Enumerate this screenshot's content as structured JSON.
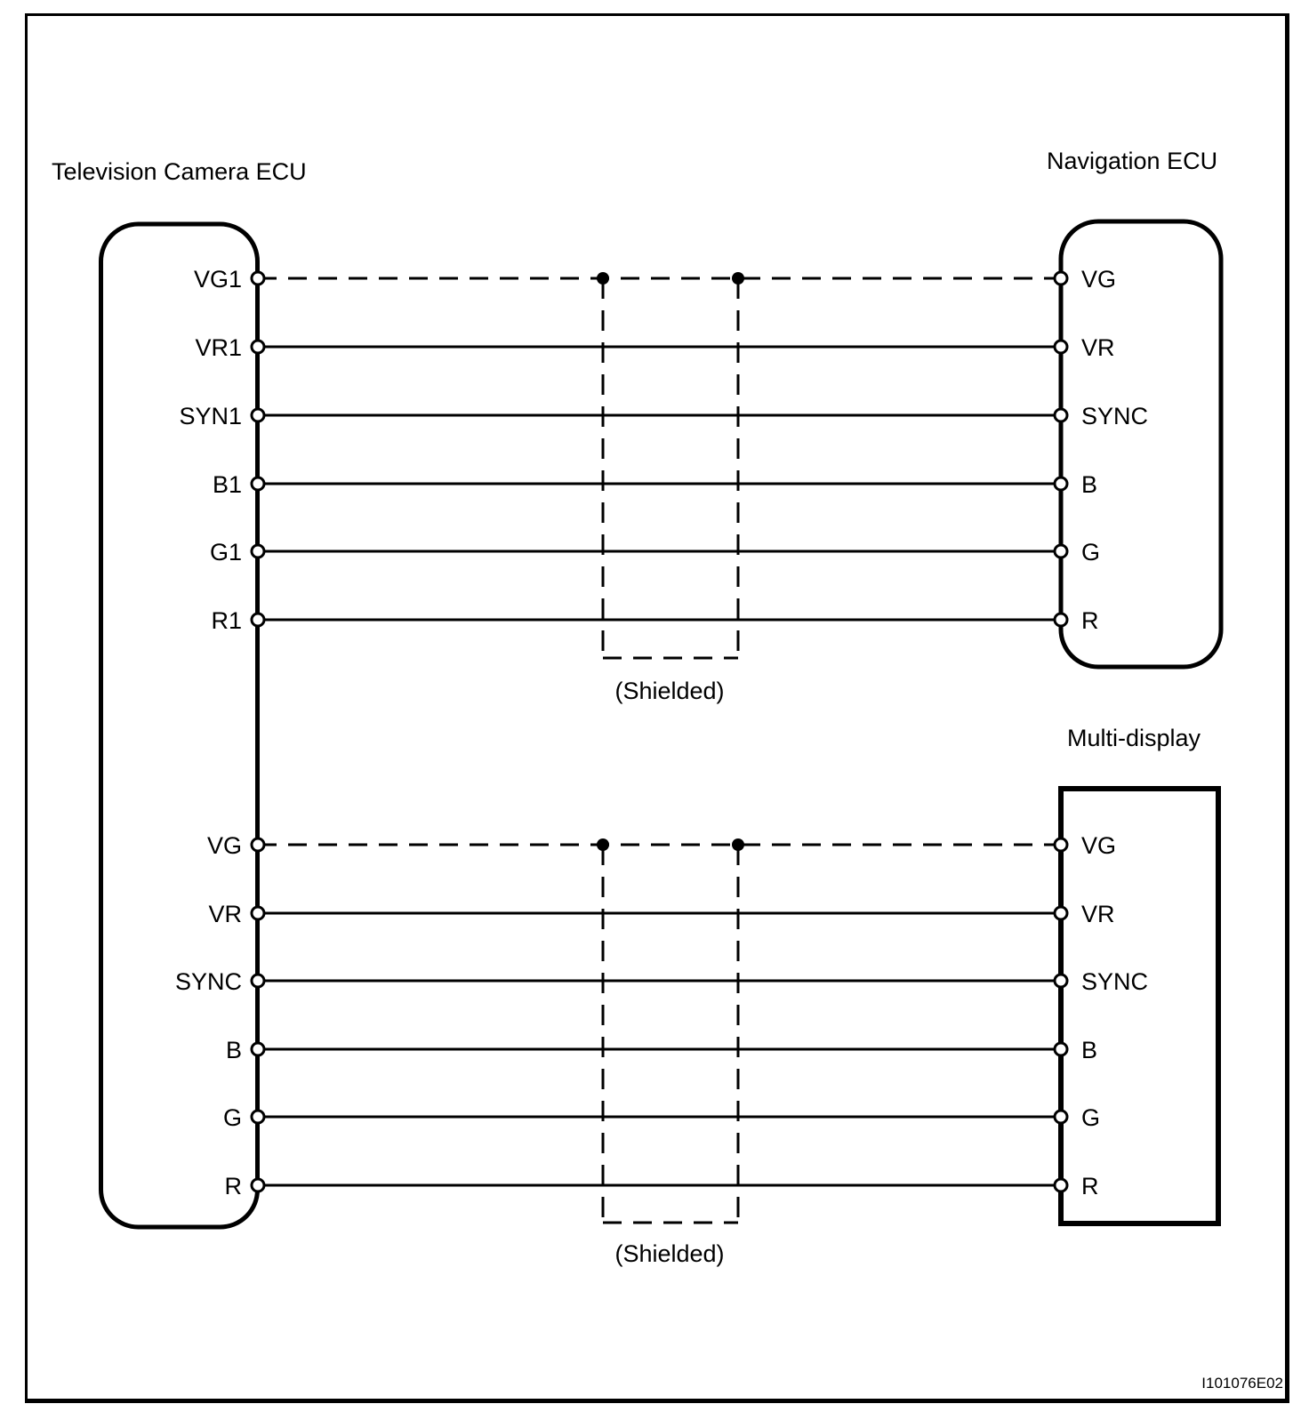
{
  "figure_code": "I101076E02",
  "colors": {
    "line": "#000000",
    "background": "#ffffff"
  },
  "devices": {
    "camera_ecu": {
      "name": "Television Camera ECU"
    },
    "navigation_ecu": {
      "name": "Navigation ECU"
    },
    "multi_display": {
      "name": "Multi-display"
    }
  },
  "connections": {
    "camera_to_navigation": {
      "shield_label": "(Shielded)",
      "rows": [
        {
          "from_pin": "VG1",
          "to_pin": "VG",
          "line": "dashed-shielded"
        },
        {
          "from_pin": "VR1",
          "to_pin": "VR",
          "line": "solid"
        },
        {
          "from_pin": "SYN1",
          "to_pin": "SYNC",
          "line": "solid"
        },
        {
          "from_pin": "B1",
          "to_pin": "B",
          "line": "solid"
        },
        {
          "from_pin": "G1",
          "to_pin": "G",
          "line": "solid"
        },
        {
          "from_pin": "R1",
          "to_pin": "R",
          "line": "solid"
        }
      ]
    },
    "camera_to_multi_display": {
      "shield_label": "(Shielded)",
      "rows": [
        {
          "from_pin": "VG",
          "to_pin": "VG",
          "line": "dashed-shielded"
        },
        {
          "from_pin": "VR",
          "to_pin": "VR",
          "line": "solid"
        },
        {
          "from_pin": "SYNC",
          "to_pin": "SYNC",
          "line": "solid"
        },
        {
          "from_pin": "B",
          "to_pin": "B",
          "line": "solid"
        },
        {
          "from_pin": "G",
          "to_pin": "G",
          "line": "solid"
        },
        {
          "from_pin": "R",
          "to_pin": "R",
          "line": "solid"
        }
      ]
    }
  }
}
